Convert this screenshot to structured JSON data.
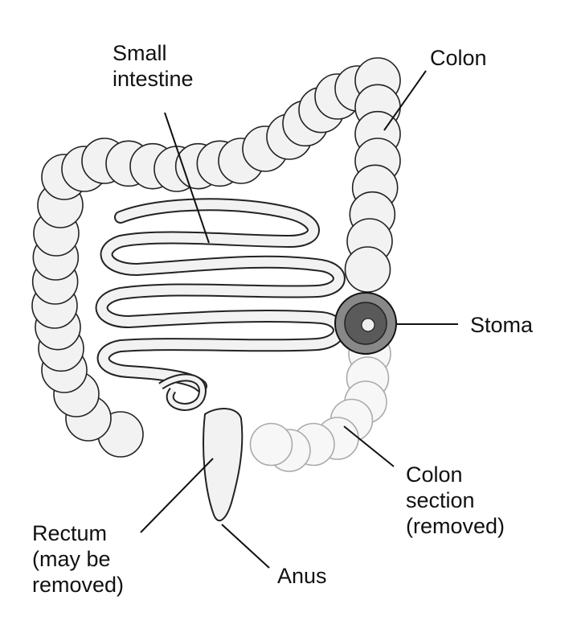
{
  "labels": {
    "small_intestine": "Small\nintestine",
    "colon": "Colon",
    "stoma": "Stoma",
    "colon_section": "Colon\nsection\n(removed)",
    "rectum": "Rectum\n(may be\nremoved)",
    "anus": "Anus"
  },
  "colors": {
    "ink": "#1a1a1a",
    "organ_fill": "#f2f2f2",
    "removed_fill": "#f7f7f7",
    "stoma_fill": "#777777"
  }
}
